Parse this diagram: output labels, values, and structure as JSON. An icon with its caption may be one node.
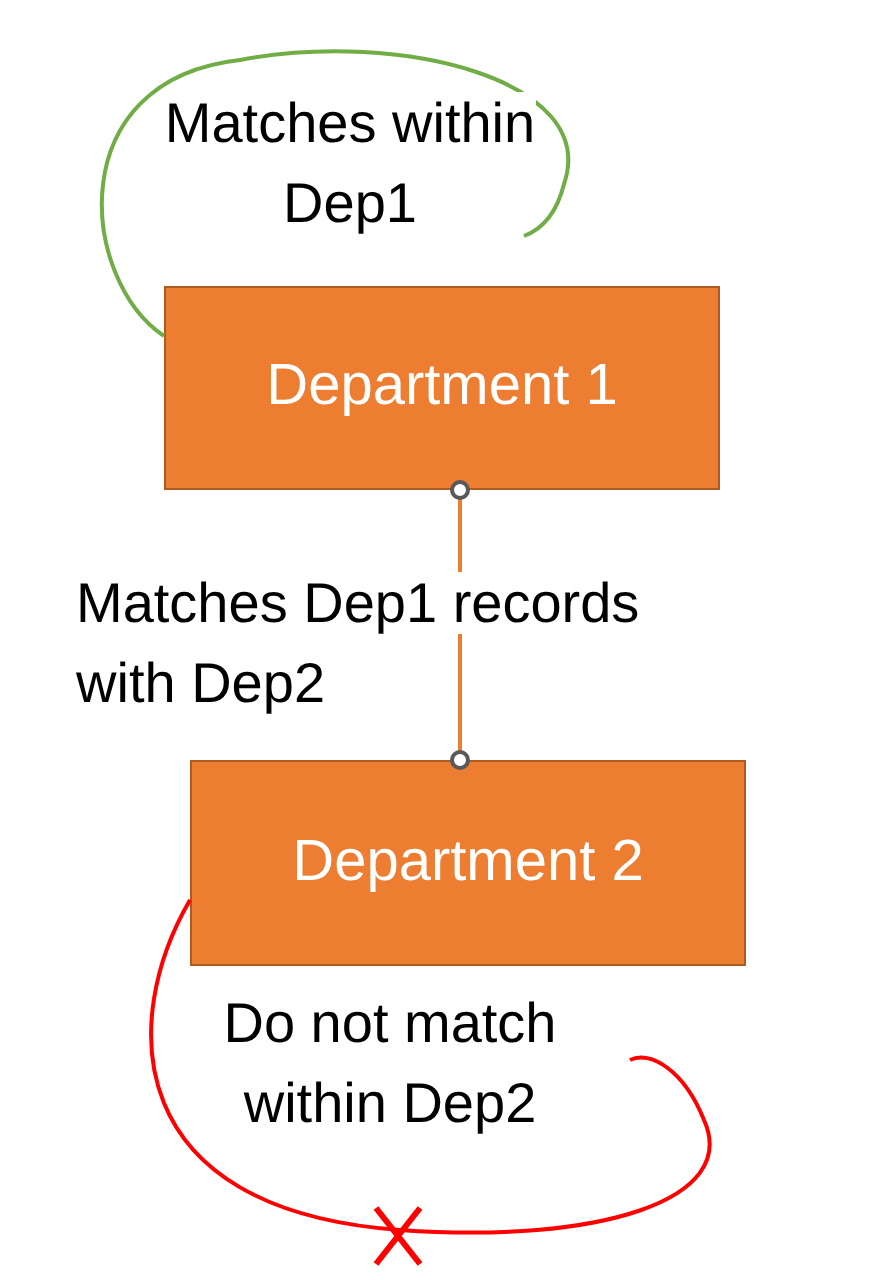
{
  "diagram": {
    "nodes": [
      {
        "text": [
          "Department 1"
        ]
      },
      {
        "text": [
          "Department 2"
        ]
      }
    ],
    "edges": [
      {
        "from": 0,
        "to": 0,
        "arrow": "none",
        "label": "Matches within Dep1",
        "color": "#70ad47"
      },
      {
        "from": 0,
        "to": 1,
        "arrow": "other",
        "label": "Matches Dep1 records with Dep2",
        "color": "#ed7d31"
      },
      {
        "from": 1,
        "to": 1,
        "arrow": "none",
        "label": "Do not match within Dep2",
        "color": "#ff0000"
      }
    ]
  }
}
